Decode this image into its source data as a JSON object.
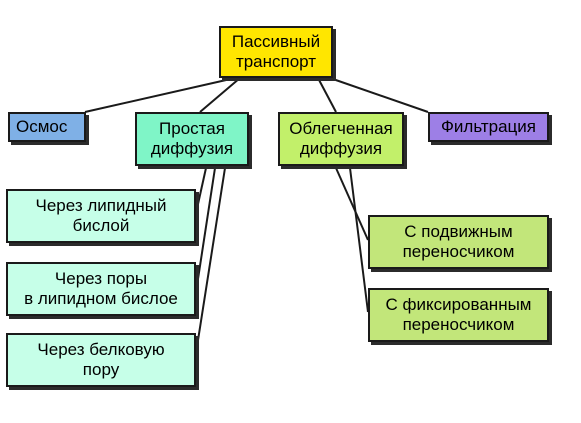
{
  "diagram": {
    "root": {
      "label": "Пассивный\nтранспорт"
    },
    "categories": [
      {
        "id": "osmos",
        "label": "Осмос"
      },
      {
        "id": "simple",
        "label": "Простая\nдиффузия"
      },
      {
        "id": "facilitated",
        "label": "Облегченная\nдиффузия"
      },
      {
        "id": "filtration",
        "label": "Фильтрация"
      }
    ],
    "simple_diffusion_items": [
      {
        "label": "Через липидный\nбислой"
      },
      {
        "label": "Через поры\nв липидном бислое"
      },
      {
        "label": "Через белковую\nпору"
      }
    ],
    "facilitated_diffusion_items": [
      {
        "label": "С подвижным\nпереносчиком"
      },
      {
        "label": "С фиксированным\nпереносчиком"
      }
    ],
    "colors": {
      "root": "#ffe600",
      "osmos": "#7fb0e6",
      "simple": "#7ff5c7",
      "facilitated": "#c2f06a",
      "filtration": "#9d7fe6",
      "simple_leaf": "#c6ffe8",
      "facilitated_leaf": "#c2e67a",
      "border": "#1a1a1a"
    }
  }
}
